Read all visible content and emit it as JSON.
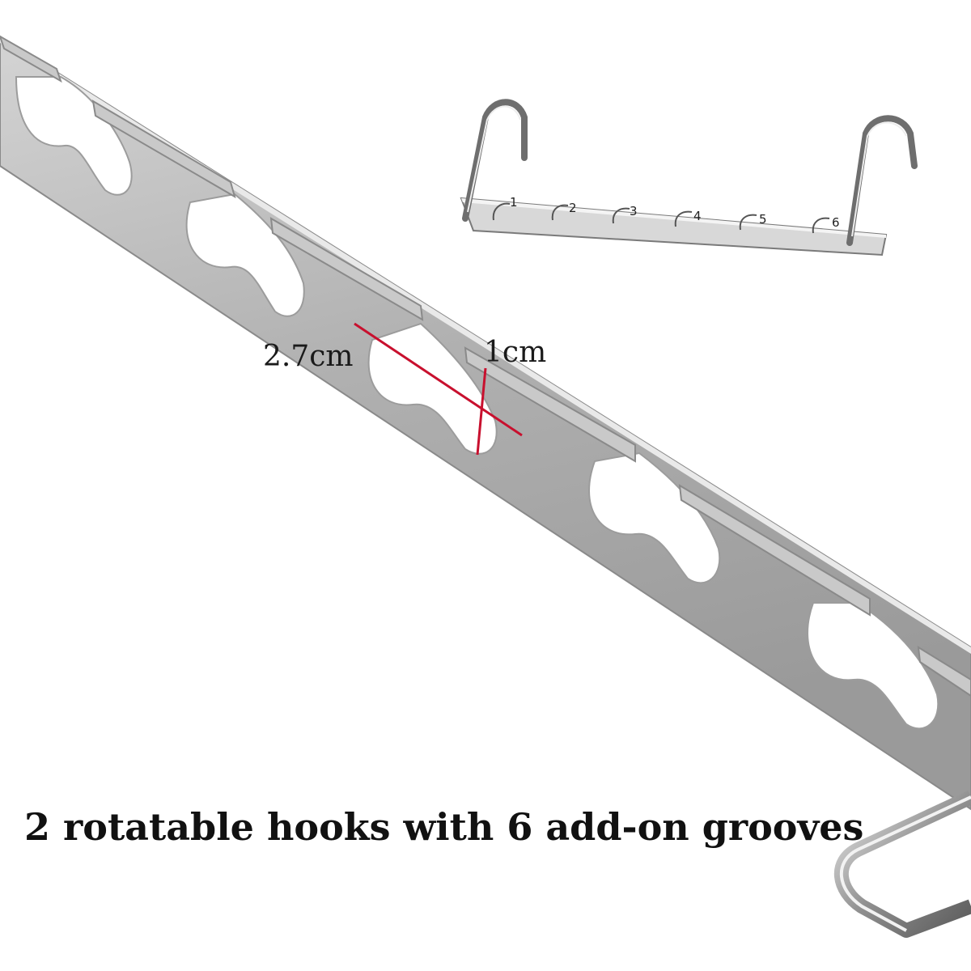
{
  "measurements": {
    "diameter_label": "2.7cm",
    "gap_label": "1cm",
    "line_color": "#c8102e"
  },
  "inset": {
    "groove_numbers": [
      "1",
      "2",
      "3",
      "4",
      "5",
      "6"
    ]
  },
  "caption": "2 rotatable hooks with 6 add-on grooves",
  "colors": {
    "metal": "#b5b5b5",
    "metal_edge": "#8a8a8a",
    "metal_highlight": "#e6e6e6"
  }
}
